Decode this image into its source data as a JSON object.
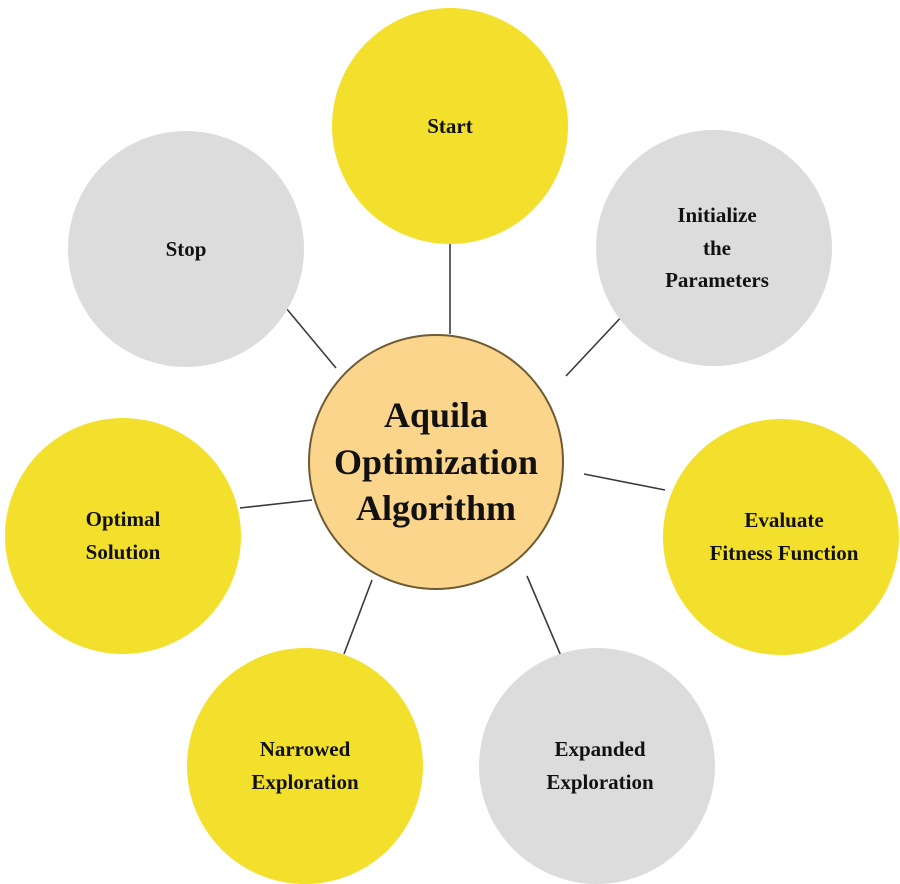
{
  "center": {
    "label": "Aquila\nOptimization\nAlgorithm"
  },
  "nodes": {
    "start": "Start",
    "initialize": "Initialize\nthe\nParameters",
    "evaluate": "Evaluate\nFitness Function",
    "expanded": "Expanded\nExploration",
    "narrowed": "Narrowed\nExploration",
    "optimal": "Optimal\nSolution",
    "stop": "Stop"
  },
  "colors": {
    "yellow": "#f3e02c",
    "grey": "#dcdcdc",
    "center": "#fbd58b"
  }
}
